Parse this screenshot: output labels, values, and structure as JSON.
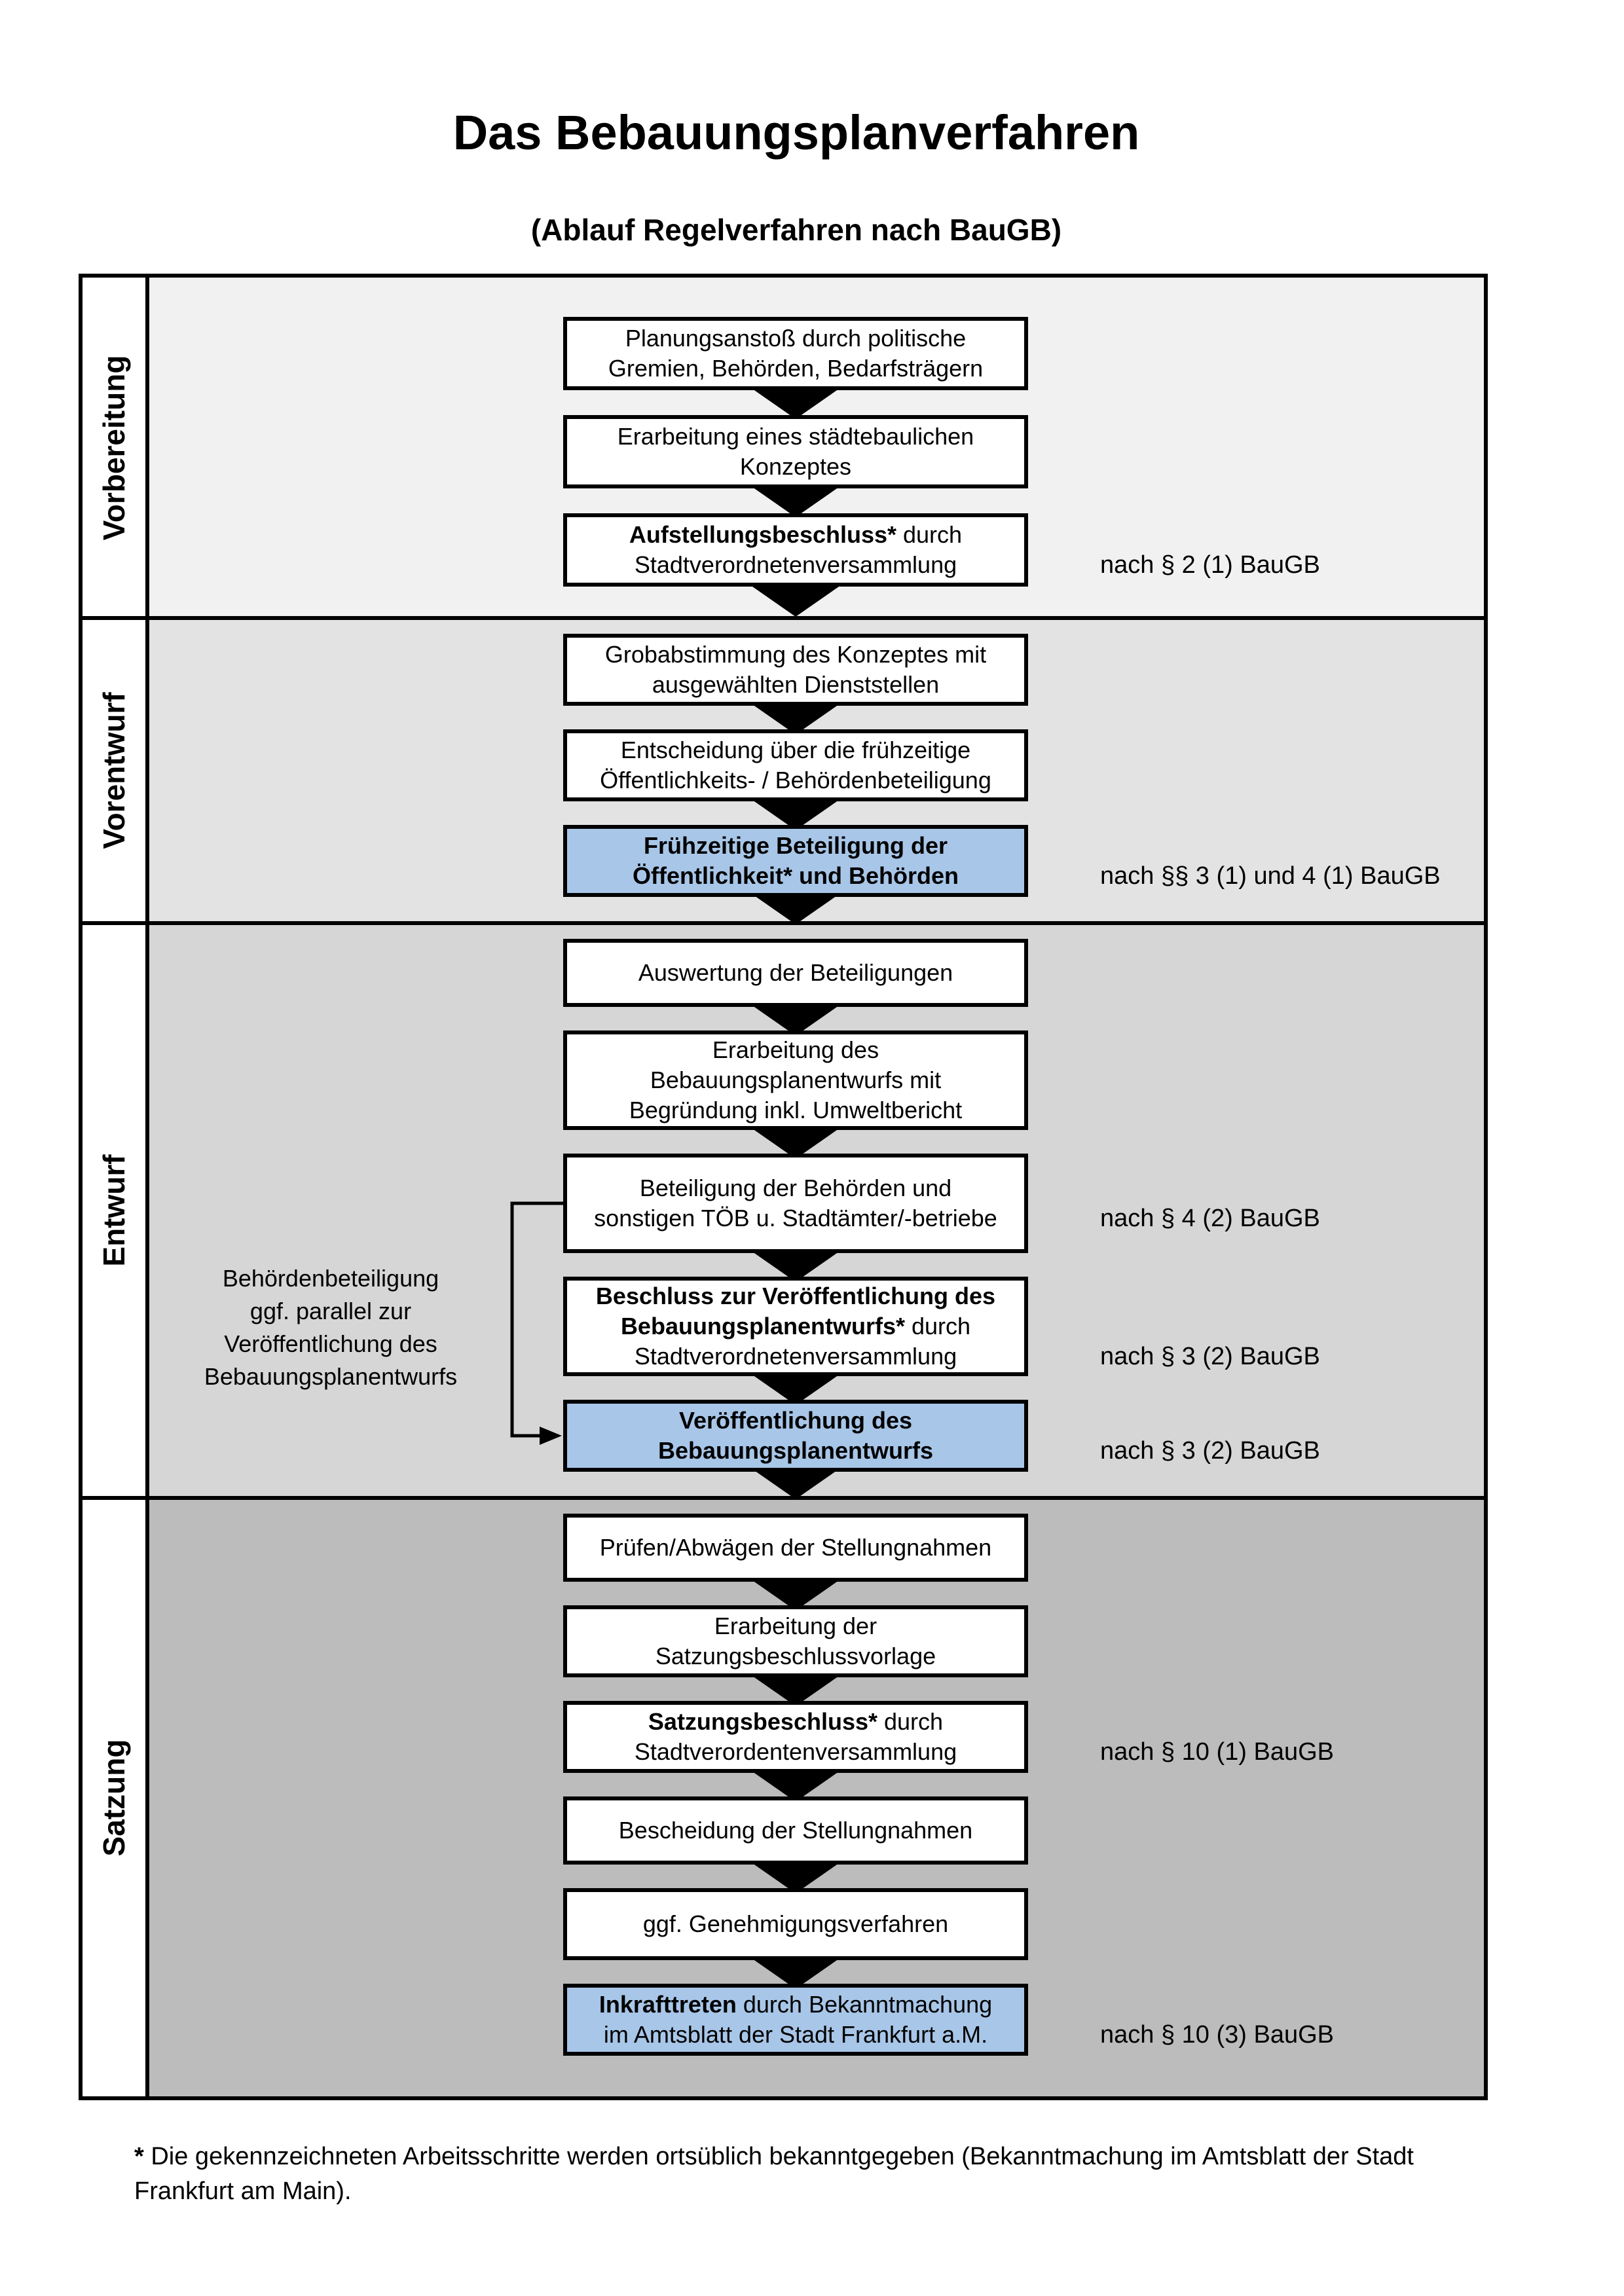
{
  "page": {
    "title": "Das Bebauungsplanverfahren",
    "subtitle": "(Ablauf Regelverfahren nach BauGB)"
  },
  "sections": [
    {
      "label": "Vorbereitung",
      "bg": "#f1f1f1"
    },
    {
      "label": "Vorentwurf",
      "bg": "#e3e3e3"
    },
    {
      "label": "Entwurf",
      "bg": "#d6d6d6"
    },
    {
      "label": "Satzung",
      "bg": "#bcbcbc"
    }
  ],
  "steps": [
    {
      "bold": "",
      "rest": "Planungsanstoß durch politische\nGremien, Behörden, Bedarfsträgern",
      "highlighted": false,
      "note": ""
    },
    {
      "bold": "",
      "rest": "Erarbeitung eines städtebaulichen\nKonzeptes",
      "highlighted": false,
      "note": ""
    },
    {
      "bold": "Aufstellungsbeschluss*",
      "rest": " durch\nStadtverordnetenversammlung",
      "highlighted": false,
      "note": "nach § 2 (1) BauGB"
    },
    {
      "bold": "",
      "rest": "Grobabstimmung des Konzeptes mit\nausgewählten Dienststellen",
      "highlighted": false,
      "note": ""
    },
    {
      "bold": "",
      "rest": "Entscheidung über die frühzeitige\nÖffentlichkeits- / Behördenbeteiligung",
      "highlighted": false,
      "note": ""
    },
    {
      "bold": "Frühzeitige Beteiligung der\nÖffentlichkeit* und Behörden",
      "rest": "",
      "highlighted": true,
      "note": "nach §§ 3 (1) und 4 (1) BauGB"
    },
    {
      "bold": "",
      "rest": "Auswertung der Beteiligungen",
      "highlighted": false,
      "note": ""
    },
    {
      "bold": "",
      "rest": "Erarbeitung des\nBebauungsplanentwurfs mit\nBegründung inkl. Umweltbericht",
      "highlighted": false,
      "note": ""
    },
    {
      "bold": "",
      "rest": "Beteiligung der Behörden und\nsonstigen TÖB u. Stadtämter/-betriebe",
      "highlighted": false,
      "note": "nach § 4 (2) BauGB"
    },
    {
      "bold": "Beschluss zur Veröffentlichung des\nBebauungsplanentwurfs*",
      "rest": " durch\nStadtverordnetenversammlung",
      "highlighted": false,
      "note": "nach § 3 (2) BauGB"
    },
    {
      "bold": "Veröffentlichung des\nBebauungsplanentwurfs",
      "rest": "",
      "highlighted": true,
      "note": "nach § 3 (2) BauGB"
    },
    {
      "bold": "",
      "rest": "Prüfen/Abwägen der Stellungnahmen",
      "highlighted": false,
      "note": ""
    },
    {
      "bold": "",
      "rest": "Erarbeitung der\nSatzungsbeschlussvorlage",
      "highlighted": false,
      "note": ""
    },
    {
      "bold": "Satzungsbeschluss*",
      "rest": " durch\nStadtverordentenversammlung",
      "highlighted": false,
      "note": "nach § 10 (1) BauGB"
    },
    {
      "bold": "",
      "rest": "Bescheidung der Stellungnahmen",
      "highlighted": false,
      "note": ""
    },
    {
      "bold": "",
      "rest": "ggf. Genehmigungsverfahren",
      "highlighted": false,
      "note": ""
    },
    {
      "bold": "Inkrafttreten",
      "rest": " durch Bekanntmachung\nim Amtsblatt der Stadt Frankfurt a.M.",
      "highlighted": true,
      "note": "nach § 10 (3) BauGB"
    }
  ],
  "annotation": "Behördenbeteiligung\nggf. parallel zur\nVeröffentlichung des\nBebauungsplanentwurfs",
  "footnote": {
    "marker": "*",
    "text": "Die gekennzeichneten Arbeitsschritte werden ortsüblich bekanntgegeben (Bekanntmachung im Amtsblatt  der Stadt\nFrankfurt am Main)."
  },
  "colors": {
    "highlight_box": "#a8c6e8",
    "section_backgrounds": [
      "#f1f1f1",
      "#e3e3e3",
      "#d6d6d6",
      "#bcbcbc"
    ],
    "box_border": "#000000"
  }
}
